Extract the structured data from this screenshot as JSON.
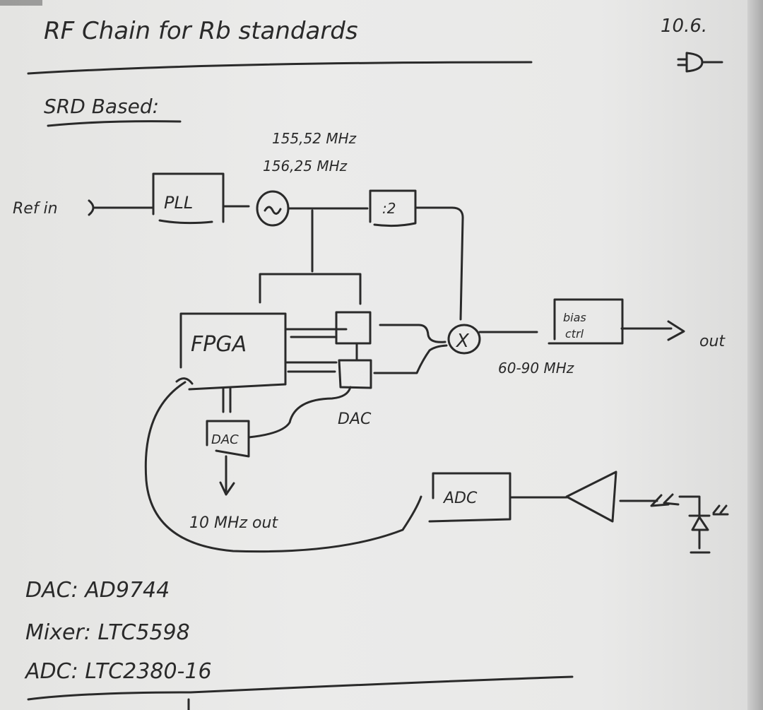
{
  "page": {
    "title": "RF Chain for Rb standards",
    "date": "10.6.",
    "section_heading": "SRD Based:"
  },
  "diagram": {
    "ref_in_label": "Ref in",
    "pll_label": "PLL",
    "oscillator_freq_1": "155,52 MHz",
    "oscillator_freq_2": "156,25 MHz",
    "divider_label": ":2",
    "fpga_label": "FPGA",
    "dac_label": "DAC",
    "small_dac_label": "DAC",
    "mixer_symbol": "X",
    "filter_label_1": "bias",
    "filter_label_2": "ctrl",
    "out_label": "out",
    "if_freq_label": "60-90 MHz",
    "ten_mhz_out_label": "10 MHz out",
    "adc_label": "ADC"
  },
  "parts": [
    {
      "name": "DAC",
      "part": "AD9744"
    },
    {
      "name": "Mixer",
      "part": "LTC5598"
    },
    {
      "name": "ADC",
      "part": "LTC2380-16"
    }
  ]
}
